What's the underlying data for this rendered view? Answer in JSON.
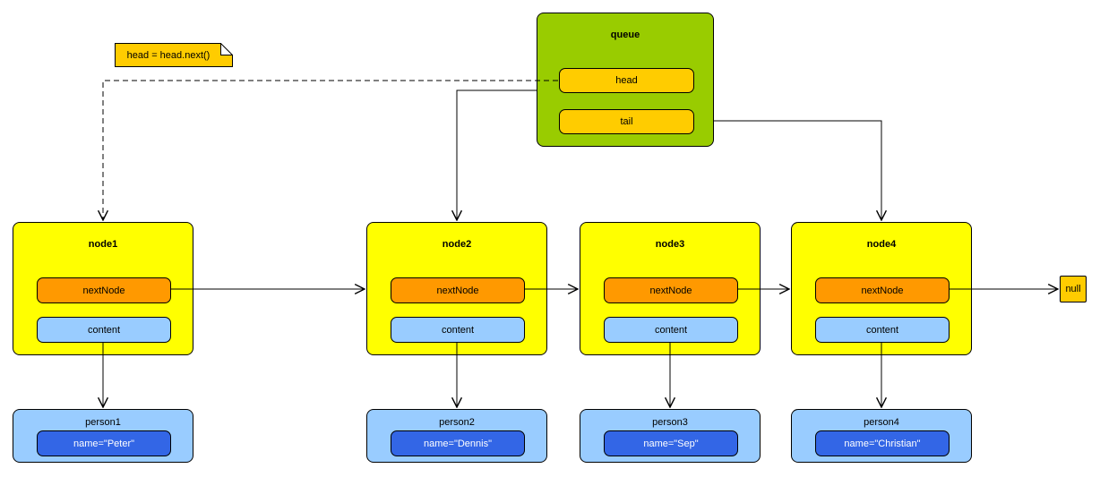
{
  "colors": {
    "queue_green": "#99CC00",
    "field_amber": "#FFCC00",
    "next_orange": "#FF9900",
    "node_yellow": "#FFFF00",
    "light_blue": "#99CCFF",
    "name_blue": "#3366E6",
    "name_text_white": "#FFFFFF",
    "edge_black": "#000000"
  },
  "note": {
    "text": "head = head.next()"
  },
  "queue": {
    "title": "queue",
    "fields": [
      {
        "label": "head"
      },
      {
        "label": "tail"
      }
    ]
  },
  "nodes": [
    {
      "title": "node1",
      "next_label": "nextNode",
      "content_label": "content"
    },
    {
      "title": "node2",
      "next_label": "nextNode",
      "content_label": "content"
    },
    {
      "title": "node3",
      "next_label": "nextNode",
      "content_label": "content"
    },
    {
      "title": "node4",
      "next_label": "nextNode",
      "content_label": "content"
    }
  ],
  "persons": [
    {
      "title": "person1",
      "name": "name=\"Peter\""
    },
    {
      "title": "person2",
      "name": "name=\"Dennis\""
    },
    {
      "title": "person3",
      "name": "name=\"Sep\""
    },
    {
      "title": "person4",
      "name": "name=\"Christian\""
    }
  ],
  "null_box": {
    "label": "null"
  },
  "edges": [
    {
      "from": "queue.head",
      "to": "node1",
      "style": "dashed-arrow"
    },
    {
      "from": "queue.head",
      "to": "node2",
      "style": "solid-arrow"
    },
    {
      "from": "queue.tail",
      "to": "node4",
      "style": "solid-arrow"
    },
    {
      "from": "node1.nextNode",
      "to": "node2",
      "style": "solid-arrow"
    },
    {
      "from": "node2.nextNode",
      "to": "node3",
      "style": "solid-arrow"
    },
    {
      "from": "node3.nextNode",
      "to": "node4",
      "style": "solid-arrow"
    },
    {
      "from": "node4.nextNode",
      "to": "null",
      "style": "solid-arrow"
    },
    {
      "from": "node1.content",
      "to": "person1",
      "style": "solid-arrow"
    },
    {
      "from": "node2.content",
      "to": "person2",
      "style": "solid-arrow"
    },
    {
      "from": "node3.content",
      "to": "person3",
      "style": "solid-arrow"
    },
    {
      "from": "node4.content",
      "to": "person4",
      "style": "solid-arrow"
    }
  ]
}
